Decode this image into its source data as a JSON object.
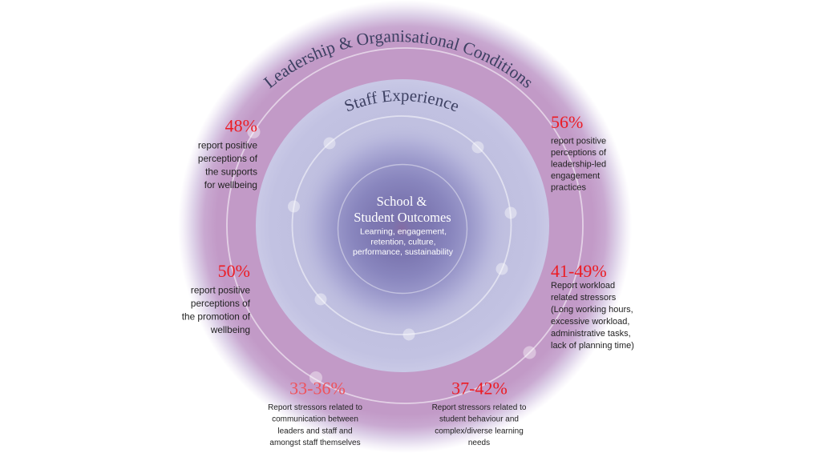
{
  "rings": {
    "outer": {
      "label": "Leadership & Organisational Conditions"
    },
    "middle": {
      "label": "Staff Experience"
    },
    "core": {
      "title_lines": [
        "School &",
        "Student Outcomes"
      ],
      "subtitle_lines": [
        "Learning, engagement,",
        "retention, culture,",
        "performance, sustainability"
      ]
    }
  },
  "stats": [
    {
      "value": "48%",
      "color": "#ec1c24",
      "lines": [
        "report positive",
        "perceptions of",
        "the supports",
        "for wellbeing"
      ]
    },
    {
      "value": "56%",
      "color": "#ec1c24",
      "lines": [
        "report positive",
        "perceptions of",
        "leadership-led",
        "engagement",
        "practices"
      ]
    },
    {
      "value": "50%",
      "color": "#ec1c24",
      "lines": [
        "report positive",
        "perceptions of",
        "the promotion of",
        "wellbeing"
      ]
    },
    {
      "value": "41-49%",
      "color": "#ec1c24",
      "lines": [
        "Report workload",
        "related stressors",
        "(Long working hours,",
        "excessive workload,",
        "administrative tasks,",
        "lack of planning time)"
      ]
    },
    {
      "value": "33-36%",
      "color": "#ef535b",
      "lines": [
        "Report stressors related to",
        "communication between",
        "leaders and staff and",
        "amongst staff themselves"
      ]
    },
    {
      "value": "37-42%",
      "color": "#ec1c24",
      "lines": [
        "Report stressors related to",
        "student behaviour and",
        "complex/diverse learning",
        "needs"
      ]
    }
  ],
  "colors": {
    "outer_ring": "#c29ac7",
    "middle_ring": "#c2c2e2",
    "core": "#7c74ae",
    "ring_label": "#3d4062",
    "core_text": "#ffffff",
    "body_text": "#222222",
    "guide_line": "#ffffff"
  }
}
